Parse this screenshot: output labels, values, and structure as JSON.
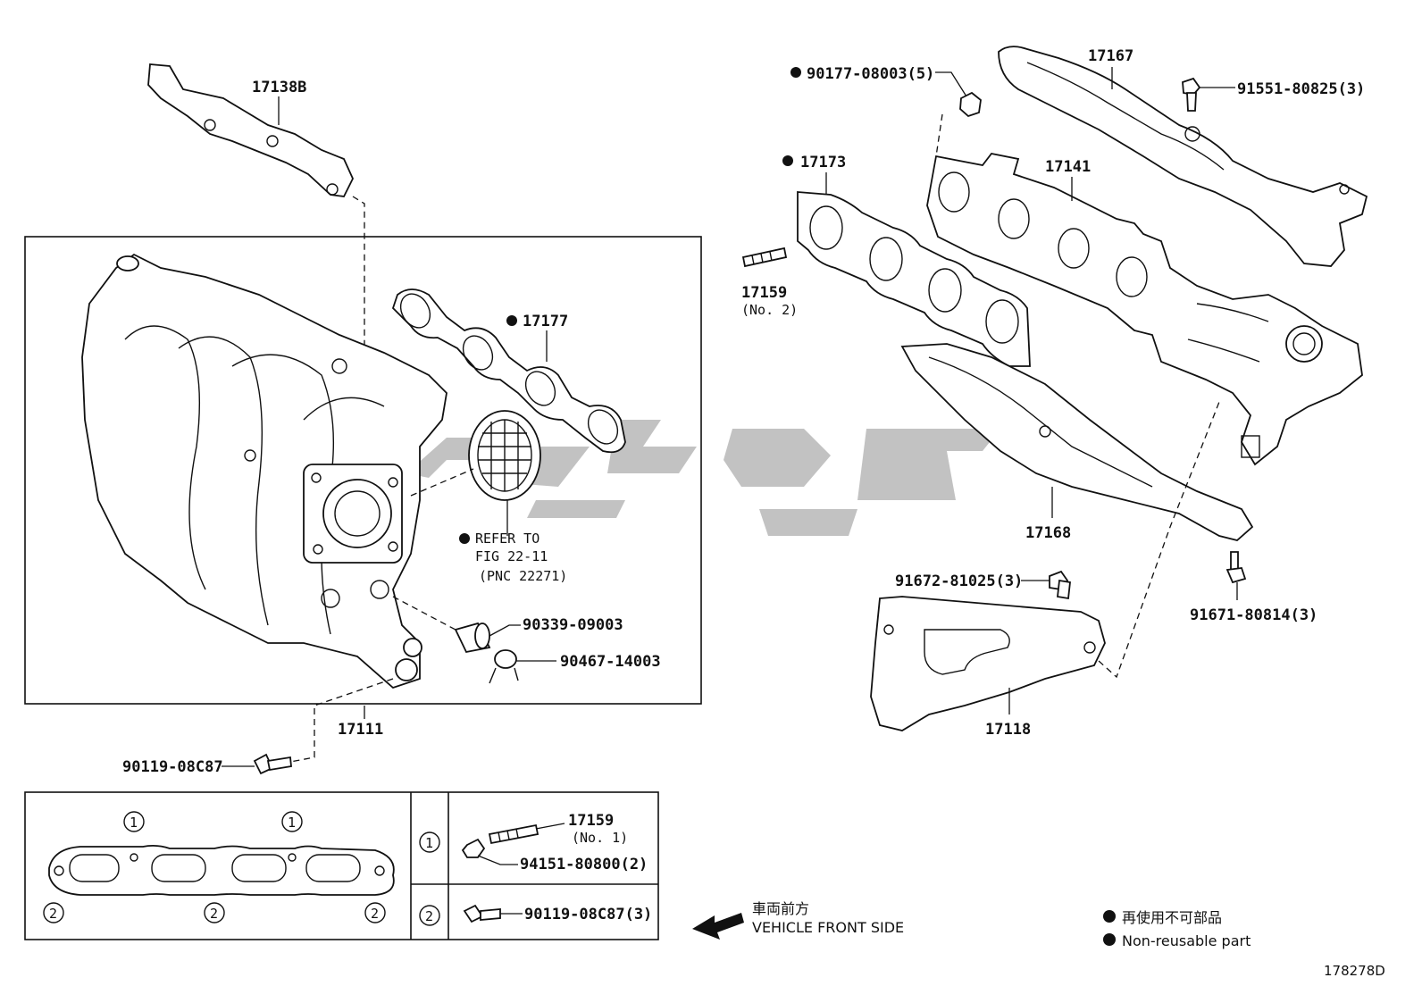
{
  "diagram": {
    "code": "178278D",
    "direction": {
      "jp": "車両前方",
      "en": "VEHICLE FRONT SIDE"
    },
    "legend": {
      "jp": "再使用不可部品",
      "en": "Non-reusable part"
    }
  },
  "parts": {
    "p17138B": "17138B",
    "p17177": "17177",
    "refer_line1": "REFER TO",
    "refer_line2": "FIG 22-11",
    "refer_line3": "(PNC 22271)",
    "p90339": "90339-09003",
    "p90467": "90467-14003",
    "p17111": "17111",
    "p90119a": "90119-08C87",
    "p90177": "90177-08003(5)",
    "p17167": "17167",
    "p91551": "91551-80825(3)",
    "p17173": "17173",
    "p17141": "17141",
    "p17159_2": "17159",
    "p17159_2_sub": "(No. 2)",
    "p17168": "17168",
    "p91672": "91672-81025(3)",
    "p91671": "91671-80814(3)",
    "p17118": "17118"
  },
  "inset": {
    "c1": "1",
    "c2": "2",
    "p17159_1": "17159",
    "p17159_1_sub": "(No. 1)",
    "p94151": "94151-80800(2)",
    "p90119b": "90119-08C87(3)"
  }
}
